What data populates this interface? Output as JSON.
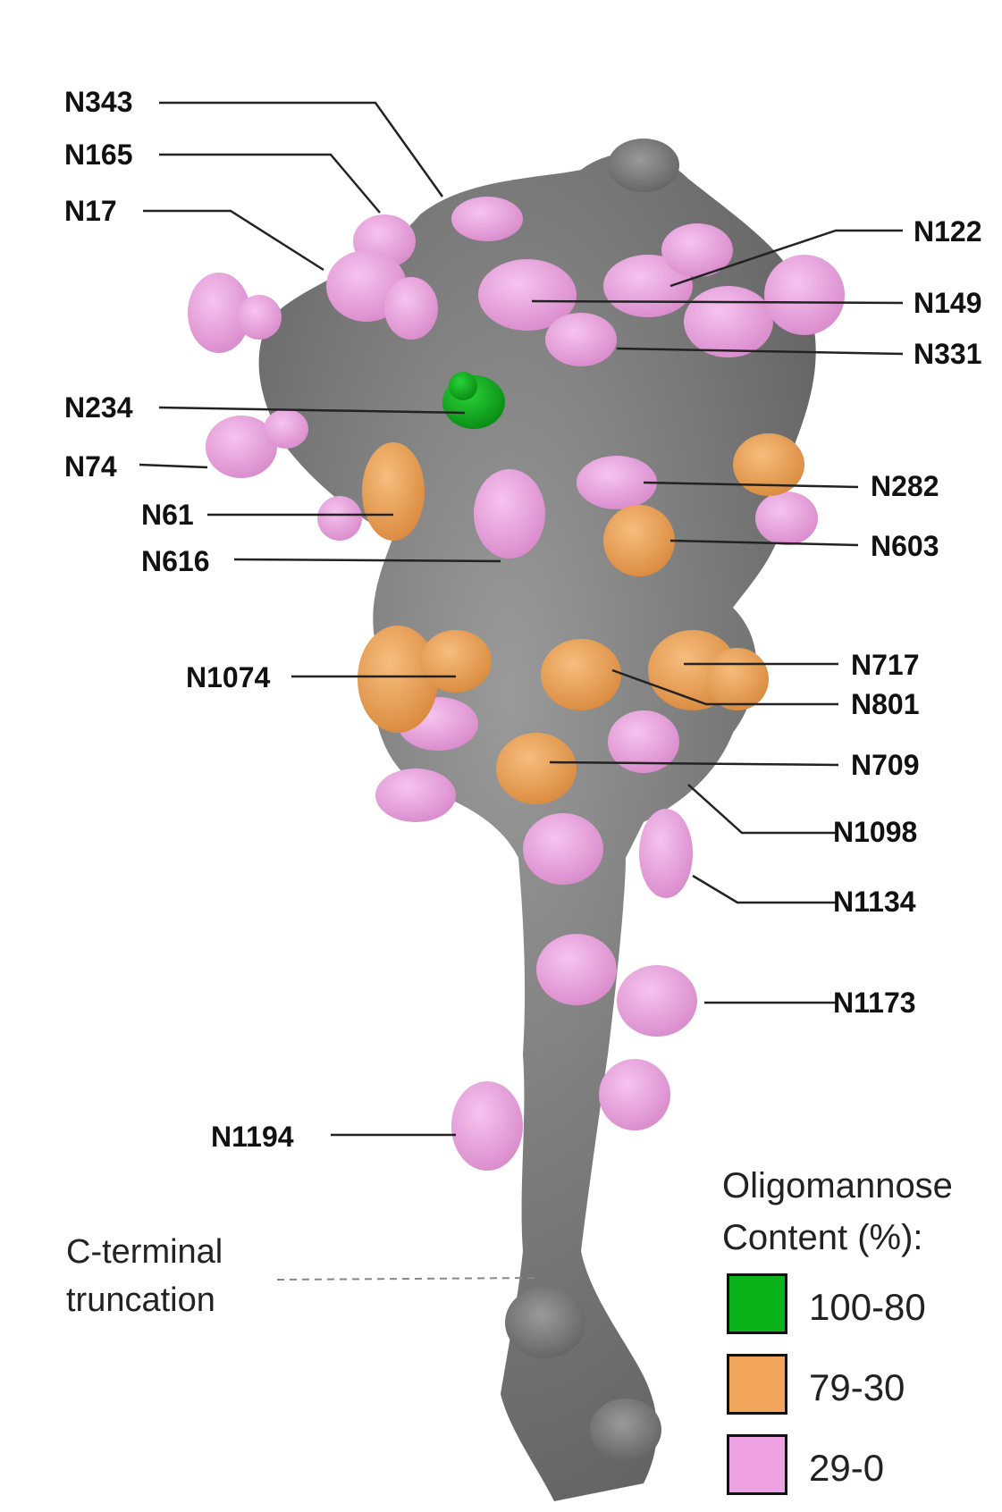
{
  "colors": {
    "protein": "#7d7d7d",
    "protein_dark": "#5f5f5f",
    "high": "#0bb31b",
    "mid": "#f0a55b",
    "low": "#eea2e4"
  },
  "labels": {
    "N343": "N343",
    "N165": "N165",
    "N17": "N17",
    "N234": "N234",
    "N74": "N74",
    "N61": "N61",
    "N616": "N616",
    "N1074": "N1074",
    "N1194": "N1194",
    "N122": "N122",
    "N149": "N149",
    "N331": "N331",
    "N282": "N282",
    "N603": "N603",
    "N717": "N717",
    "N801": "N801",
    "N709": "N709",
    "N1098": "N1098",
    "N1134": "N1134",
    "N1173": "N1173"
  },
  "annotation": {
    "line1": "C-terminal",
    "line2": "truncation"
  },
  "legend": {
    "title_line1": "Oligomannose",
    "title_line2": "Content (%):",
    "items": [
      {
        "range": "100-80",
        "color": "#0bb31b"
      },
      {
        "range": "79-30",
        "color": "#f0a55b"
      },
      {
        "range": "29-0",
        "color": "#eea2e4"
      }
    ]
  }
}
